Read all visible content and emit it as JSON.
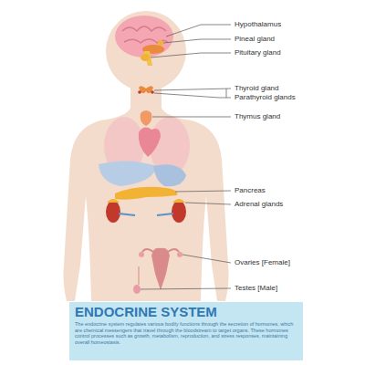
{
  "diagram": {
    "title": "ENDOCRINE SYSTEM",
    "caption": "The endocrine system regulates various bodily functions through the secretion of hormones, which are chemical messengers that travel through the bloodstream to target organs. These hormones control processes such as growth, metabolism, reproduction, and stress responses, maintaining overall homeostasis.",
    "labels": [
      "Hypothalamus",
      "Pineal gland",
      "Pituitary gland",
      "Thyroid gland",
      "Parathyroid glands",
      "Thymus gland",
      "Pancreas",
      "Adrenal glands",
      "Ovaries [Female]",
      "Testes [Male]"
    ]
  }
}
